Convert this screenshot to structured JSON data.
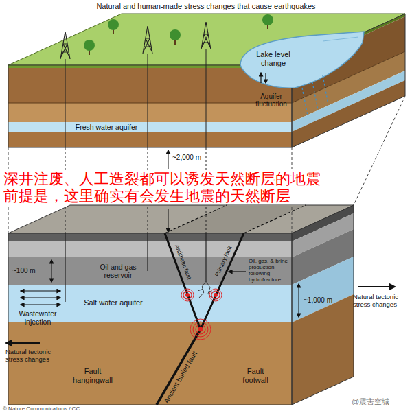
{
  "diagram": {
    "title": "Natural and human-made stress changes that cause earthquakes",
    "nodes": [
      {
        "text": [
          "Lake level change"
        ]
      },
      {
        "text": [
          "Fresh water aquifer"
        ]
      },
      {
        "text": [
          "Oil and gas reservoir"
        ]
      },
      {
        "text": [
          "Salt water aquifer"
        ]
      }
    ],
    "labels": [
      "Aquifer fluctuation",
      "~2,000 m",
      "深井注废、人工造裂都可以诱发天然断层的地震",
      "前提是，这里确实有会发生地震的天然断层",
      "Antithetic fault",
      "Primary fault",
      "~100 m",
      "Oil, gas, & brine production following hydrofracture",
      "~1,000 m",
      "Natural tectonic stress changes",
      "Wastewater injection",
      "Natural tectonic stress changes",
      "Fault hangingwall",
      "Fault footwall",
      "Ancient buried fault",
      "© Nature Communications / CC",
      "@震害空城"
    ]
  }
}
